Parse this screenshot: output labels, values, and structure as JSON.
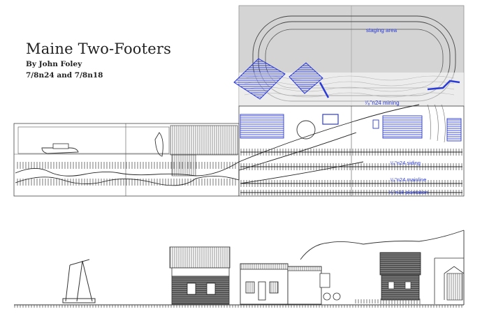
{
  "title": "Maine Two-Footers",
  "author": "By John Foley",
  "scales": "7/8n24 and 7/8n18",
  "labels": {
    "staging": "staging area",
    "mining": "⁷⁄₈\"n24 mining",
    "siding": "⁷⁄₈\"n24 siding",
    "mainline": "⁷⁄₈\"n24 mainline",
    "plantation": "⁷⁄₈\"n18 plantation"
  },
  "colors": {
    "staging_fill": "#d4d4d4",
    "blue": "#2b3bd6",
    "line": "#333333"
  }
}
